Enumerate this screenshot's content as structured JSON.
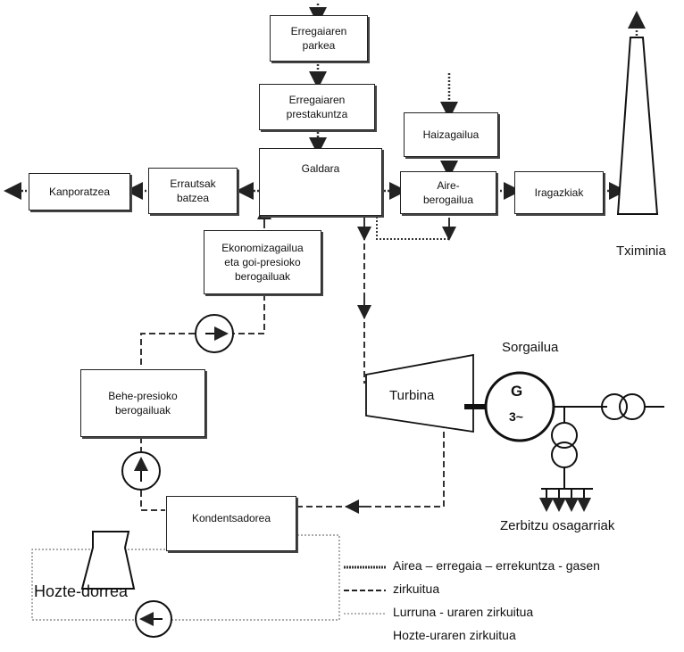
{
  "boxes": {
    "fuel_park": "Erregaiaren\nparkea",
    "fuel_prep": "Erregaiaren\nprestakuntza",
    "boiler": "Galdara",
    "fan": "Haizagailua",
    "air_heater": "Aire-\nberogailua",
    "filters": "Iragazkiak",
    "ash_collect": "Errautsak\nbatzea",
    "disposal": "Kanporatzea",
    "economizer": "Ekonomizagailua\neta goi-presioko\nberogailuak",
    "lp_heaters": "Behe-presioko\nberogailuak",
    "condenser": "Kondentsadorea"
  },
  "labels": {
    "chimney": "Tximinia",
    "generator": "Sorgailua",
    "gen_letter": "G",
    "gen_phase": "3~",
    "turbine": "Turbina",
    "auxiliary": "Zerbitzu osagarriak",
    "cooling_tower": "Hozte-dorrea"
  },
  "legend": [
    {
      "style": "dotted-thick",
      "text": "Airea – erregaia – errekuntza - gasen"
    },
    {
      "style": "dashed",
      "text": "zirkuitua"
    },
    {
      "style": "dotted-thin",
      "text": "Lurruna - uraren zirkuitua"
    },
    {
      "style": "none",
      "text": "Hozte-uraren zirkuitua"
    }
  ],
  "colors": {
    "line": "#222222",
    "background": "#ffffff"
  }
}
